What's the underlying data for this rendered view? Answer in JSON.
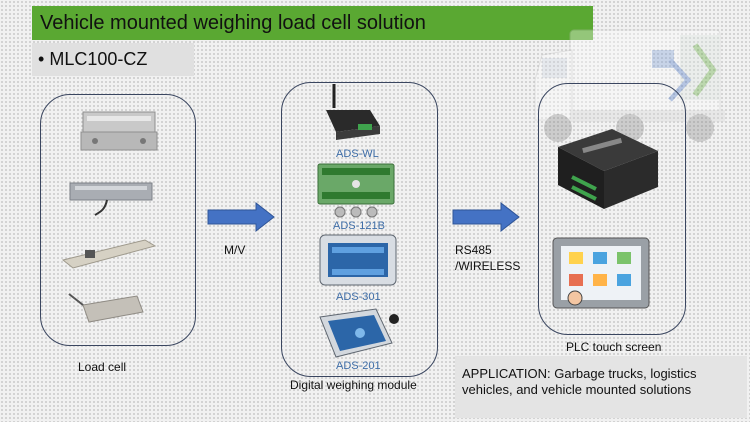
{
  "header": {
    "title": "Vehicle mounted weighing load cell solution",
    "subtitle": "MLC100-CZ",
    "bullet": "•"
  },
  "load_cell_group": {
    "label": "Load cell"
  },
  "module_group": {
    "label": "Digital weighing module",
    "modules": [
      "ADS-WL",
      "ADS-121B",
      "ADS-301",
      "ADS-201"
    ]
  },
  "plc_group": {
    "label": "PLC touch screen"
  },
  "arrows": {
    "first_label": "M/V",
    "second_label_line1": "RS485",
    "second_label_line2": "/WIRELESS"
  },
  "application": {
    "text": "APPLICATION: Garbage trucks, logistics vehicles, and vehicle mounted solutions"
  },
  "colors": {
    "title_green": "#5aa832",
    "arrow_blue": "#4472c4",
    "module_label": "#3f6ea8"
  }
}
